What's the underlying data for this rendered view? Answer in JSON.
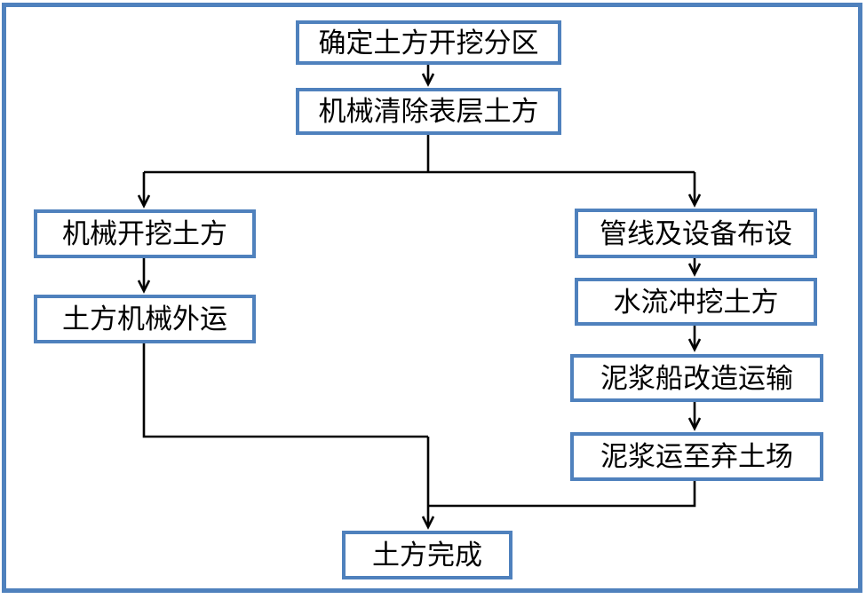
{
  "diagram": {
    "type": "flowchart",
    "nodes": {
      "determine_zones": "确定土方开挖分区",
      "clear_surface": "机械清除表层土方",
      "mech_excavate": "机械开挖土方",
      "mech_haul": "土方机械外运",
      "pipeline_layout": "管线及设备布设",
      "water_excavate": "水流冲挖土方",
      "mud_boat_transport": "泥浆船改造运输",
      "mud_to_spoil_site": "泥浆运至弃土场",
      "earthwork_complete": "土方完成"
    },
    "edges": [
      {
        "from": "determine_zones",
        "to": "clear_surface"
      },
      {
        "from": "clear_surface",
        "to": "mech_excavate"
      },
      {
        "from": "clear_surface",
        "to": "pipeline_layout"
      },
      {
        "from": "mech_excavate",
        "to": "mech_haul"
      },
      {
        "from": "pipeline_layout",
        "to": "water_excavate"
      },
      {
        "from": "water_excavate",
        "to": "mud_boat_transport"
      },
      {
        "from": "mud_boat_transport",
        "to": "mud_to_spoil_site"
      },
      {
        "from": "mech_haul",
        "to": "earthwork_complete"
      },
      {
        "from": "mud_to_spoil_site",
        "to": "earthwork_complete"
      }
    ],
    "colors": {
      "accent_blue": "#4F81BD",
      "connector_black": "#000000",
      "box_fill": "#FFFFFF",
      "text_black": "#000000"
    }
  }
}
